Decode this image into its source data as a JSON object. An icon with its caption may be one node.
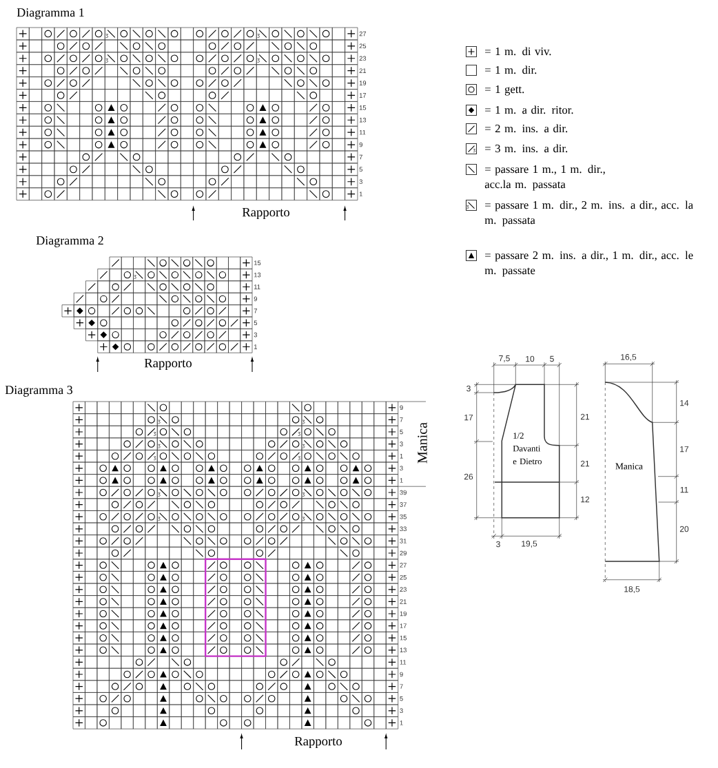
{
  "diagram": {
    "labels": [
      "Diagramma 1",
      "27",
      "25",
      "23",
      "21",
      "19",
      "17",
      "15",
      "13",
      "11",
      "9",
      "7",
      "5",
      "3",
      "1",
      "Rapporto",
      "Diagramma 2",
      "15",
      "13",
      "11",
      "9",
      "7",
      "5",
      "3",
      "1",
      "Rapporto",
      "Diagramma 3",
      "Manica",
      "9",
      "7",
      "5",
      "3",
      "1",
      "3",
      "1",
      "39",
      "37",
      "35",
      "33",
      "31",
      "29",
      "27",
      "25",
      "23",
      "21",
      "19",
      "17",
      "15",
      "13",
      "11",
      "9",
      "7",
      "5",
      "3",
      "1",
      "Rapporto",
      "7,5",
      "10",
      "5",
      "3",
      "17",
      "26",
      "21",
      "21",
      "12",
      "3",
      "19,5",
      "1/2 Davanti e Dietro",
      "16,5",
      "14",
      "17",
      "11",
      "20",
      "18,5",
      "Manica"
    ],
    "legend": [
      {
        "text": "= 1 m. di viv."
      },
      {
        "text": "= 1 m. dir."
      },
      {
        "text": "= 1 gett."
      },
      {
        "text": "= 1 m. a dir. ritor."
      },
      {
        "text": "= 2 m. ins. a dir."
      },
      {
        "text": "= 3 m. ins. a dir."
      },
      {
        "text": "= passare 1 m., 1 m. dir., acc.la m. passata"
      },
      {
        "text": "= passare 1 m. dir., 2 m. ins. a dir., acc. la m. passata"
      },
      {
        "text": "= passare 2 m. ins. a dir., 1 m. dir., acc. le m. passate"
      }
    ]
  }
}
